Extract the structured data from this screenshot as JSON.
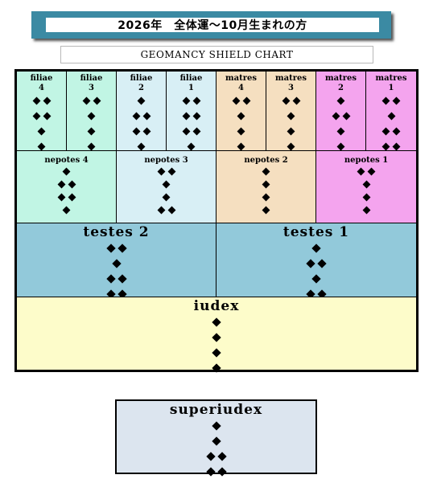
{
  "header": {
    "title": "2026年　全体運～10月生まれの方",
    "subtitle": "GEOMANCY  SHIELD  CHART"
  },
  "colors": {
    "title_bar": "#3b8aa3",
    "filiae_left": "#c1f5e4",
    "filiae_right": "#d8eff5",
    "matres_left": "#f5dfc0",
    "matres_right": "#f4a4ee",
    "testes": "#92c9da",
    "iudex": "#fdfcca",
    "superiudex": "#dce5ef"
  },
  "mothers_daughters": [
    {
      "label": "filiae\n4",
      "figure": [
        2,
        2,
        1,
        1
      ]
    },
    {
      "label": "filiae\n3",
      "figure": [
        2,
        1,
        1,
        1
      ]
    },
    {
      "label": "filiae\n2",
      "figure": [
        1,
        2,
        2,
        1
      ]
    },
    {
      "label": "filiae\n1",
      "figure": [
        2,
        2,
        2,
        1
      ]
    },
    {
      "label": "matres\n4",
      "figure": [
        2,
        1,
        1,
        1
      ]
    },
    {
      "label": "matres\n3",
      "figure": [
        2,
        1,
        1,
        1
      ]
    },
    {
      "label": "matres\n2",
      "figure": [
        1,
        2,
        1,
        1
      ]
    },
    {
      "label": "matres\n1",
      "figure": [
        2,
        1,
        2,
        2
      ]
    }
  ],
  "nieces": [
    {
      "label": "nepotes 4",
      "figure": [
        1,
        2,
        2,
        1
      ]
    },
    {
      "label": "nepotes 3",
      "figure": [
        2,
        1,
        1,
        2
      ]
    },
    {
      "label": "nepotes 2",
      "figure": [
        1,
        1,
        1,
        1
      ]
    },
    {
      "label": "nepotes 1",
      "figure": [
        2,
        1,
        1,
        1
      ]
    }
  ],
  "witnesses": [
    {
      "label": "testes 2",
      "figure": [
        2,
        1,
        2,
        2
      ]
    },
    {
      "label": "testes 1",
      "figure": [
        1,
        2,
        1,
        2
      ]
    }
  ],
  "judge": {
    "label": "iudex",
    "figure": [
      1,
      1,
      1,
      1
    ]
  },
  "superjudge": {
    "label": "superiudex",
    "figure": [
      1,
      1,
      2,
      2
    ]
  }
}
